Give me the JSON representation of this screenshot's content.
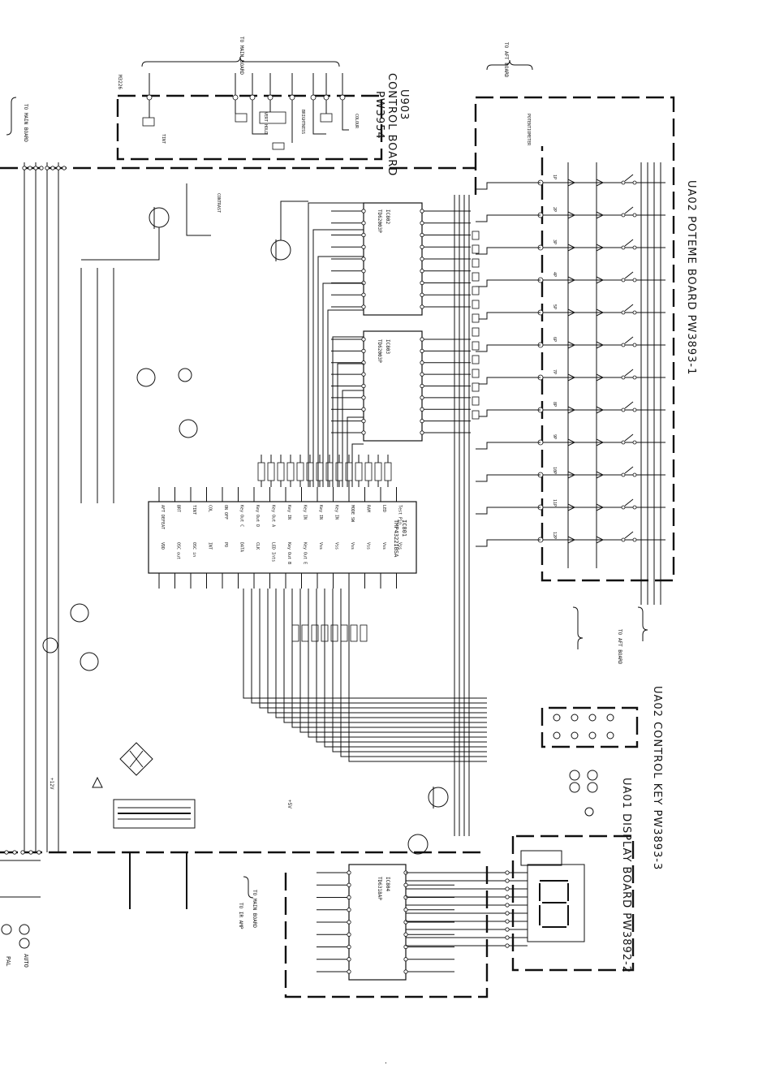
{
  "boards": {
    "u903_ref": "U903",
    "u903_name": "CONTROL BOARD",
    "u903_code": "PW3954",
    "pot_board": "UA02 POTEME BOARD PW3893-1",
    "control_key": "UA02 CONTROL KEY PW3893-3",
    "display_board": "UA01 DISPLAY BOARD PW3892-2"
  },
  "ics": {
    "main_ref": "IC801",
    "main_part": "TMP4322IBSA",
    "ic2_ref": "IC802",
    "ic2_part": "TD62003P",
    "ic3_ref": "IC803",
    "ic3_part": "TD62003P",
    "ic4_ref": "IC804",
    "ic4_part": "TD6318AP"
  },
  "controls": {
    "colour": "COLOUR",
    "tint": "TINT",
    "brightness": "BRIGHTNESS",
    "vert_hold": "VERT HOLD",
    "contrast": "CONTRAST",
    "potentiometer": "POTENTIOMETER"
  },
  "connectors": {
    "to_main_board_top": "TO MAIN BOARD",
    "to_aft_board_top": "TO AFT BOARD",
    "to_aft_board_bottom": "TO AFT BOARD",
    "to_main_board_left": "TO MAIN BOARD",
    "to_main_board_bottom": "TO MAIN BOARD",
    "to_ir_amp": "TO IR AMP"
  },
  "supply": {
    "plus_12v": "+12V",
    "plus_5v": "+5V"
  },
  "corner_labels": {
    "pal": "PAL",
    "auto": "AUTO",
    "page_ref": "M3226"
  },
  "pot_channels": [
    "1P",
    "2P",
    "3P",
    "4P",
    "5P",
    "6P",
    "7P",
    "8P",
    "9P",
    "10P",
    "11P",
    "12P"
  ],
  "main_ic_pins_left": [
    "AFT DEFEAT",
    "BRT",
    "TINT",
    "COL",
    "ON OFF",
    "Key Out C",
    "Key Out D",
    "Key Out A",
    "Key IN",
    "Key IN",
    "Key IN",
    "Key IN",
    "MODE SW",
    "RAM",
    "LED",
    "Test Pin"
  ],
  "main_ic_pins_right": [
    "VDD",
    "OSC out",
    "OSC in",
    "INT",
    "PO",
    "DATA",
    "CLK",
    "LED Ints",
    "Key Out B",
    "Key Out E",
    "Vss",
    "Vss",
    "Vss",
    "Vss",
    "Vss",
    "Vss"
  ]
}
